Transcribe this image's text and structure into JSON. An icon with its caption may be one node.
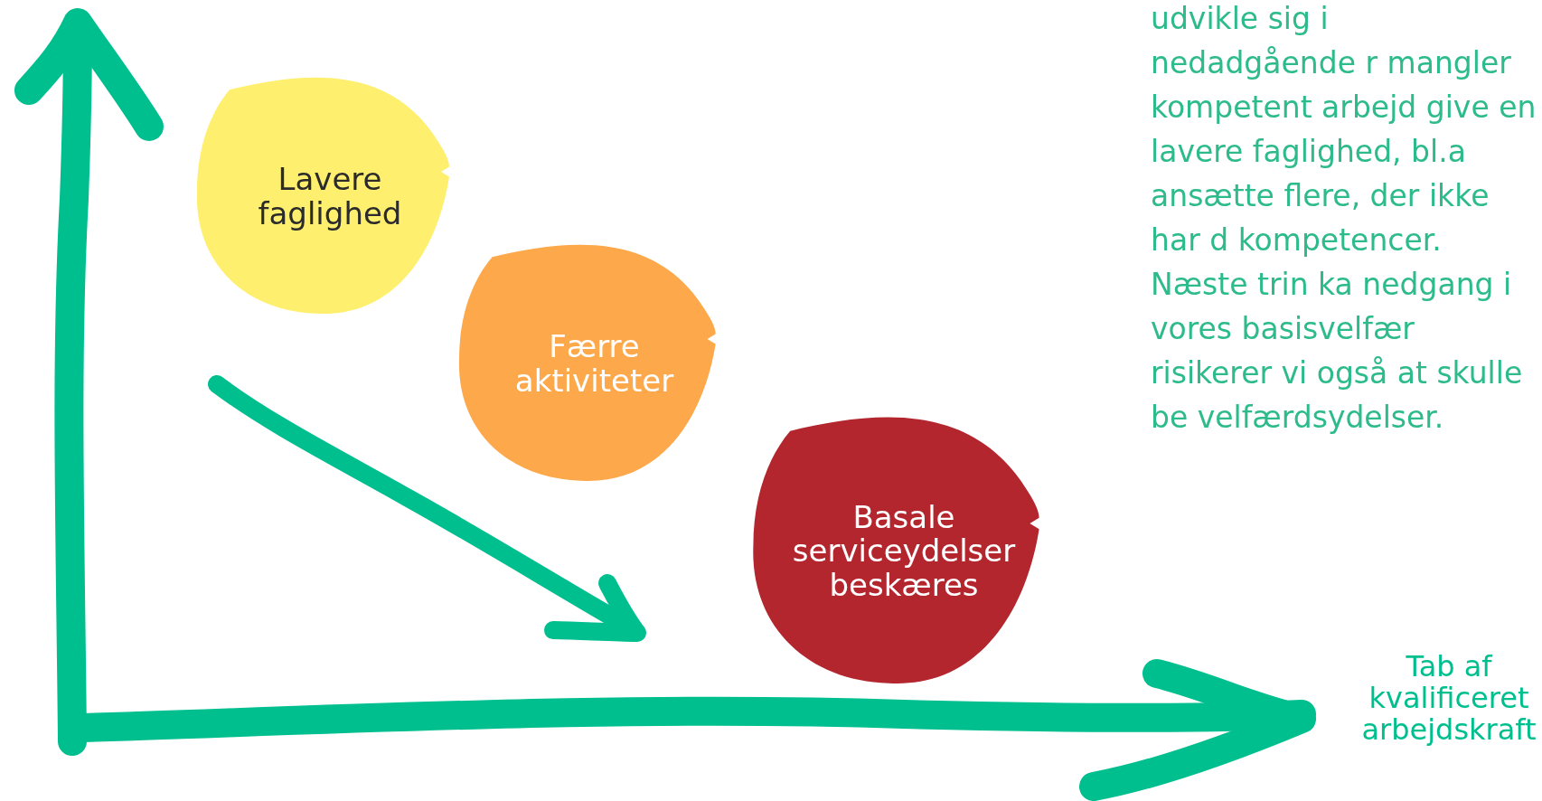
{
  "diagram": {
    "nodes": [
      {
        "text": [
          "Lavere faglighed"
        ]
      },
      {
        "text": [
          "Færre aktiviteter"
        ]
      },
      {
        "text": [
          "Basale serviceydelser beskæres"
        ]
      }
    ],
    "labels": [
      "udvikle sig i nedadgående r mangler kompetent arbejd give en lavere faglighed, bl.a ansætte flere, der ikke har d kompetencer. Næste trin ka nedgang i vores basisvelfær risikerer vi også at skulle be velfærdsydelser.",
      "Tab af kvalificeret arbejdskraft"
    ]
  }
}
